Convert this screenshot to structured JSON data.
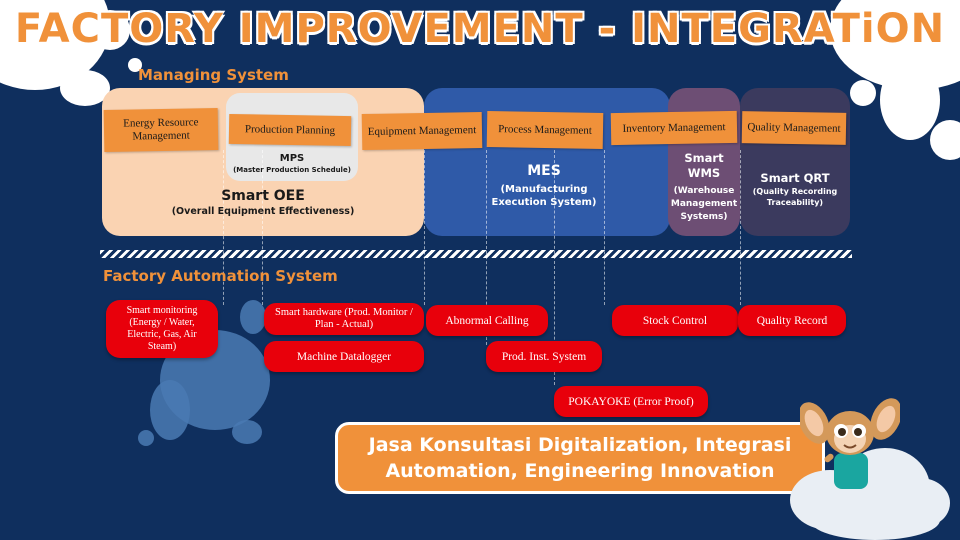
{
  "title": "FACTORY IMPROVEMENT - INTEGRATiON",
  "managing_system": {
    "label": "Managing System",
    "modules": {
      "energy": "Energy Resource Management",
      "production": "Production Planning",
      "equipment": "Equipment Management",
      "process": "Process Management",
      "inventory": "Inventory Management",
      "quality": "Quality Management"
    },
    "mps": {
      "name": "MPS",
      "sub": "(Master Production Schedule)"
    },
    "oee": {
      "name": "Smart OEE",
      "sub": "(Overall Equipment Effectiveness)"
    },
    "mes": {
      "name": "MES",
      "sub": "(Manufacturing Execution System)"
    },
    "wms": {
      "name": "Smart WMS",
      "sub": "(Warehouse Management Systems)"
    },
    "qrt": {
      "name": "Smart QRT",
      "sub": "(Quality Recording Traceability)"
    }
  },
  "automation_system": {
    "label": "Factory Automation  System",
    "items": {
      "smart_monitoring": "Smart monitoring (Energy / Water, Electric, Gas, Air Steam)",
      "smart_hardware": "Smart hardware (Prod. Monitor / Plan - Actual)",
      "machine_datalogger": "Machine Datalogger",
      "abnormal_calling": "Abnormal Calling",
      "prod_inst": "Prod. Inst. System",
      "pokayoke": "POKAYOKE (Error Proof)",
      "stock_control": "Stock Control",
      "quality_record": "Quality Record"
    }
  },
  "tagline": {
    "line1": "Jasa Konsultasi Digitalization, Integrasi",
    "line2": "Automation, Engineering Innovation"
  },
  "colors": {
    "background": "#0f2f5e",
    "accent_orange": "#f0913a",
    "oee_panel": "#fad3b2",
    "mes_panel": "#2f5aa8",
    "wms_panel": "#6d4e74",
    "qrt_panel": "#3b3a5e",
    "pill_red": "#e8000b"
  }
}
